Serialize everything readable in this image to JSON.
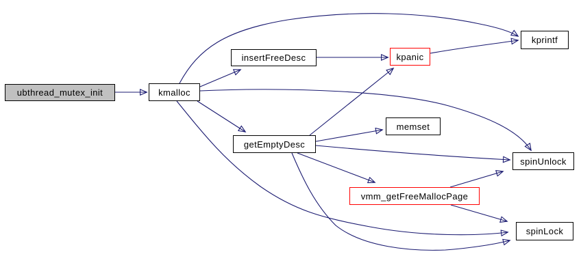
{
  "diagram": {
    "type": "call-graph",
    "nodes": {
      "ubthread_mutex_init": {
        "label": "ubthread_mutex_init",
        "role": "root"
      },
      "kmalloc": {
        "label": "kmalloc"
      },
      "insertFreeDesc": {
        "label": "insertFreeDesc"
      },
      "kpanic": {
        "label": "kpanic",
        "highlight": true
      },
      "kprintf": {
        "label": "kprintf"
      },
      "memset": {
        "label": "memset"
      },
      "getEmptyDesc": {
        "label": "getEmptyDesc"
      },
      "spinUnlock": {
        "label": "spinUnlock"
      },
      "vmm_getFreeMallocPage": {
        "label": "vmm_getFreeMallocPage",
        "highlight": true
      },
      "spinLock": {
        "label": "spinLock"
      }
    },
    "edges": [
      {
        "from": "ubthread_mutex_init",
        "to": "kmalloc"
      },
      {
        "from": "kmalloc",
        "to": "kprintf"
      },
      {
        "from": "kmalloc",
        "to": "insertFreeDesc"
      },
      {
        "from": "kmalloc",
        "to": "getEmptyDesc"
      },
      {
        "from": "kmalloc",
        "to": "spinUnlock"
      },
      {
        "from": "kmalloc",
        "to": "spinLock"
      },
      {
        "from": "insertFreeDesc",
        "to": "kpanic"
      },
      {
        "from": "kpanic",
        "to": "kprintf"
      },
      {
        "from": "getEmptyDesc",
        "to": "memset"
      },
      {
        "from": "getEmptyDesc",
        "to": "kpanic"
      },
      {
        "from": "getEmptyDesc",
        "to": "spinUnlock"
      },
      {
        "from": "getEmptyDesc",
        "to": "vmm_getFreeMallocPage"
      },
      {
        "from": "getEmptyDesc",
        "to": "spinLock"
      },
      {
        "from": "vmm_getFreeMallocPage",
        "to": "spinUnlock"
      },
      {
        "from": "vmm_getFreeMallocPage",
        "to": "spinLock"
      }
    ],
    "colors": {
      "edge": "#191970",
      "node_border": "#000000",
      "node_fill": "#ffffff",
      "root_fill": "#c0c0c0",
      "highlight_border": "#ff0000",
      "text": "#000000",
      "background": "#ffffff"
    }
  }
}
